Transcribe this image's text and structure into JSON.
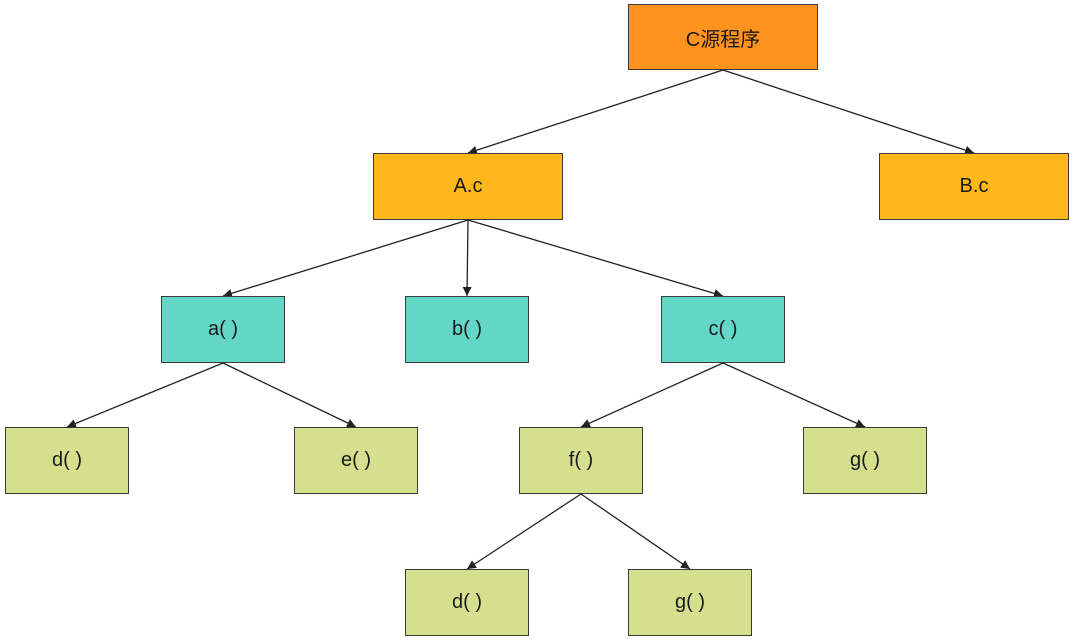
{
  "colors": {
    "root_fill": "#FF931E",
    "file_fill": "#FFB71B",
    "function_fill": "#63D7C7",
    "leaf_fill": "#D5E08F",
    "edge": "#222222"
  },
  "nodes": {
    "root": {
      "label": "C源程序",
      "kind": "root"
    },
    "ac": {
      "label": "A.c",
      "kind": "file"
    },
    "bc": {
      "label": "B.c",
      "kind": "file"
    },
    "a": {
      "label": "a( )",
      "kind": "function"
    },
    "b": {
      "label": "b( )",
      "kind": "function"
    },
    "c": {
      "label": "c( )",
      "kind": "function"
    },
    "d1": {
      "label": "d( )",
      "kind": "leaf"
    },
    "e": {
      "label": "e( )",
      "kind": "leaf"
    },
    "f": {
      "label": "f( )",
      "kind": "leaf"
    },
    "g1": {
      "label": "g( )",
      "kind": "leaf"
    },
    "d2": {
      "label": "d( )",
      "kind": "leaf"
    },
    "g2": {
      "label": "g( )",
      "kind": "leaf"
    }
  },
  "edges": [
    [
      "root",
      "ac"
    ],
    [
      "root",
      "bc"
    ],
    [
      "ac",
      "a"
    ],
    [
      "ac",
      "b"
    ],
    [
      "ac",
      "c"
    ],
    [
      "a",
      "d1"
    ],
    [
      "a",
      "e"
    ],
    [
      "c",
      "f"
    ],
    [
      "c",
      "g1"
    ],
    [
      "f",
      "d2"
    ],
    [
      "f",
      "g2"
    ]
  ]
}
